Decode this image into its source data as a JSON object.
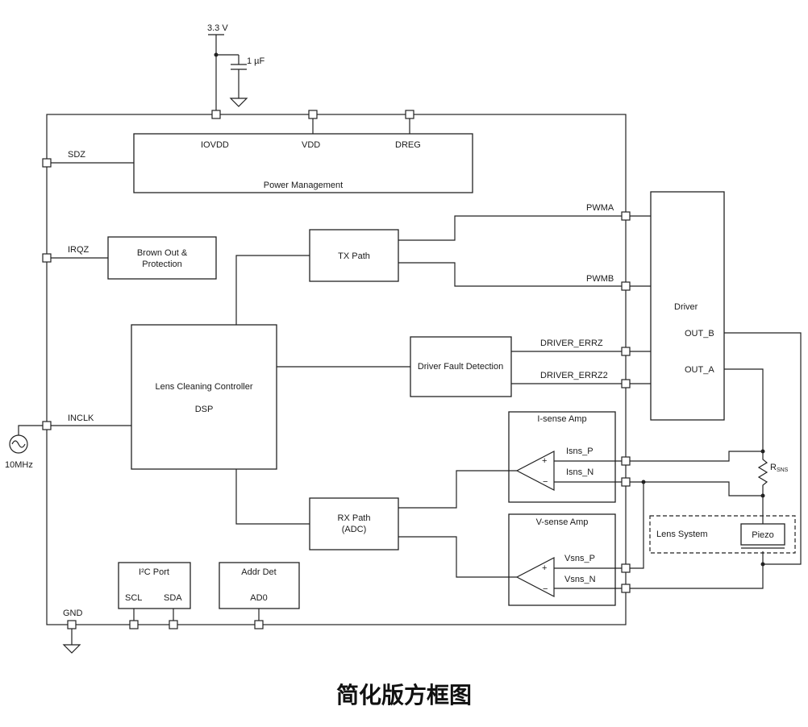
{
  "supply": {
    "voltage": "3.3 V",
    "cap": "1 µF"
  },
  "ground": "GND",
  "clock": "10MHz",
  "blocks": {
    "power_mgmt": "Power Management",
    "pm_pins": [
      "IOVDD",
      "VDD",
      "DREG"
    ],
    "brownout": [
      "Brown Out &",
      "Protection"
    ],
    "tx_path": "TX Path",
    "lcc": [
      "Lens Cleaning Controller",
      "DSP"
    ],
    "fault": "Driver Fault Detection",
    "driver": "Driver",
    "rx_path": [
      "RX Path",
      "(ADC)"
    ],
    "isense": "I-sense Amp",
    "vsense": "V-sense Amp",
    "i2c": "I²C Port",
    "addr": "Addr Det",
    "lens_system": "Lens System",
    "piezo": "Piezo"
  },
  "pins": {
    "sdz": "SDZ",
    "irqz": "IRQZ",
    "inclk": "INCLK",
    "pwma": "PWMA",
    "pwmb": "PWMB",
    "driver_errz": "DRIVER_ERRZ",
    "driver_errz2": "DRIVER_ERRZ2",
    "out_b": "OUT_B",
    "out_a": "OUT_A",
    "isns_p": "Isns_P",
    "isns_n": "Isns_N",
    "vsns_p": "Vsns_P",
    "vsns_n": "Vsns_N",
    "scl": "SCL",
    "sda": "SDA",
    "ad0": "AD0"
  },
  "rsns": {
    "main": "R",
    "sub": "SNS"
  },
  "amp_signs": {
    "plus": "+",
    "minus": "−"
  },
  "caption": "简化版方框图"
}
